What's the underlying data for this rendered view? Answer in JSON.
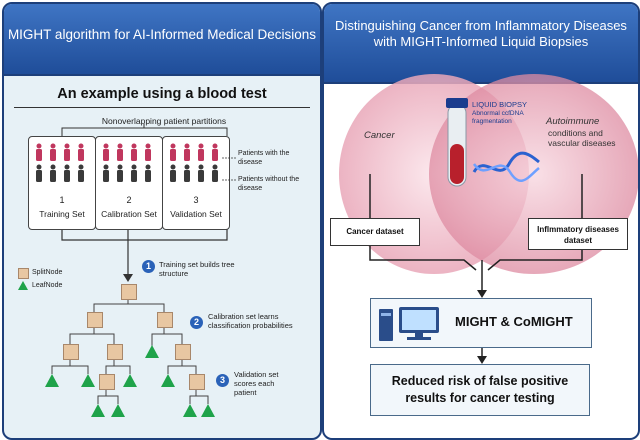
{
  "left": {
    "title": "MIGHT algorithm  for AI-Informed Medical Decisions",
    "subtitle": "An example using a blood test",
    "partitions_label": "Nonoverlapping patient partitions",
    "sets": [
      {
        "num": "1",
        "name": "Training Set"
      },
      {
        "num": "2",
        "name": "Calibration Set"
      },
      {
        "num": "3",
        "name": "Validation Set"
      }
    ],
    "with_disease": "Patients with the disease",
    "without_disease": "Patients without the disease",
    "legend": {
      "split": "SplitNode",
      "leaf": "LeafNode"
    },
    "steps": [
      {
        "num": "1",
        "text": "Training set builds tree structure"
      },
      {
        "num": "2",
        "text": "Calibration set learns classification probabilities"
      },
      {
        "num": "3",
        "text": "Validation set scores each patient"
      }
    ],
    "colors": {
      "disease": "#c0375e",
      "healthy": "#3a3a3a",
      "step": "#2a62b8",
      "leaf": "#1fa34a",
      "split": "#e8c7a2"
    }
  },
  "right": {
    "title": "Distinguishing   Cancer from Inflammatory Diseases with MIGHT-Informed Liquid Biopsies",
    "cancer_label": "Cancer",
    "autoimmune_prefix": "Autoimmune",
    "autoimmune_rest": "conditions and vascular diseases",
    "biopsy_title": "LIQUID BIOPSY",
    "biopsy_desc": "Abnormal ccfDNA fragmentation",
    "cancer_dataset": "Cancer dataset",
    "inflam_dataset": "Inflmmatory diseases dataset",
    "might": "MIGHT & CoMIGHT",
    "result": "Reduced risk of false positive results for cancer testing"
  }
}
